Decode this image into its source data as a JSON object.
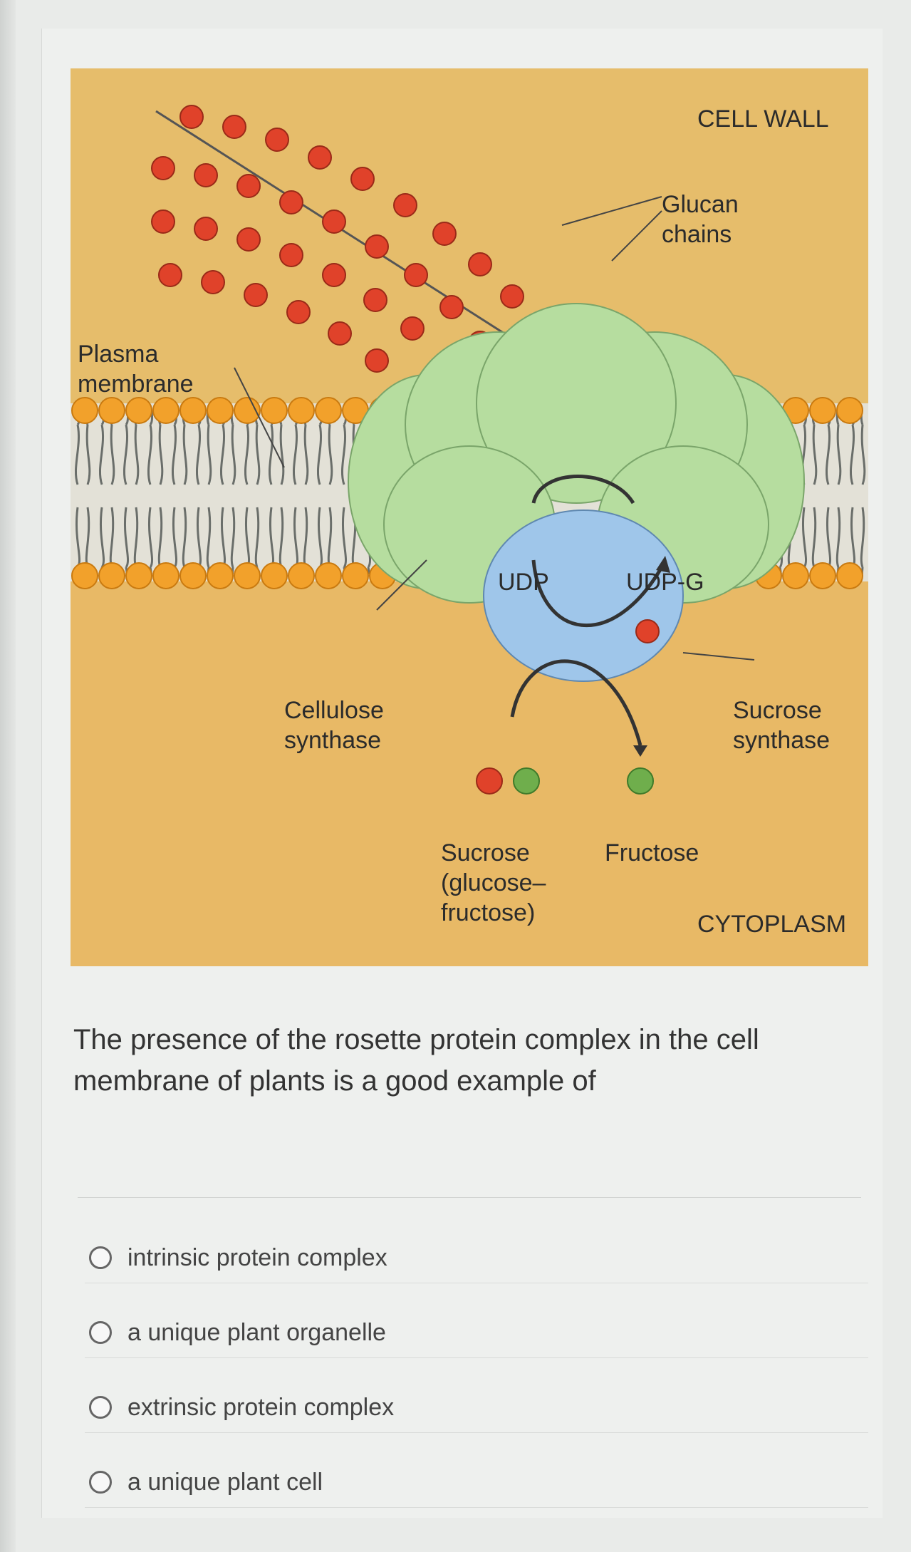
{
  "figure": {
    "labels": {
      "cell_wall": "CELL WALL",
      "glucan_chains": "Glucan\nchains",
      "plasma_membrane": "Plasma\nmembrane",
      "udp": "UDP",
      "udp_g": "UDP-G",
      "cellulose_synthase": "Cellulose\nsynthase",
      "sucrose_synthase": "Sucrose\nsynthase",
      "sucrose": "Sucrose\n(glucose–\nfructose)",
      "fructose": "Fructose",
      "cytoplasm": "CYTOPLASM"
    },
    "colors": {
      "cell_wall": "#e6bd6b",
      "cytoplasm": "#e8b966",
      "glucose": "#e0422a",
      "fructose": "#6fae4c",
      "lipid_head": "#f2a12b",
      "synthase_green": "#b6dd9f",
      "sucrose_synthase_blue": "#9fc6ea"
    }
  },
  "question": {
    "text": "The presence of the rosette protein complex in the cell membrane of plants is a good example of"
  },
  "options": [
    {
      "label": "intrinsic protein complex"
    },
    {
      "label": "a unique plant organelle"
    },
    {
      "label": "extrinsic protein complex"
    },
    {
      "label": "a unique plant cell"
    }
  ]
}
